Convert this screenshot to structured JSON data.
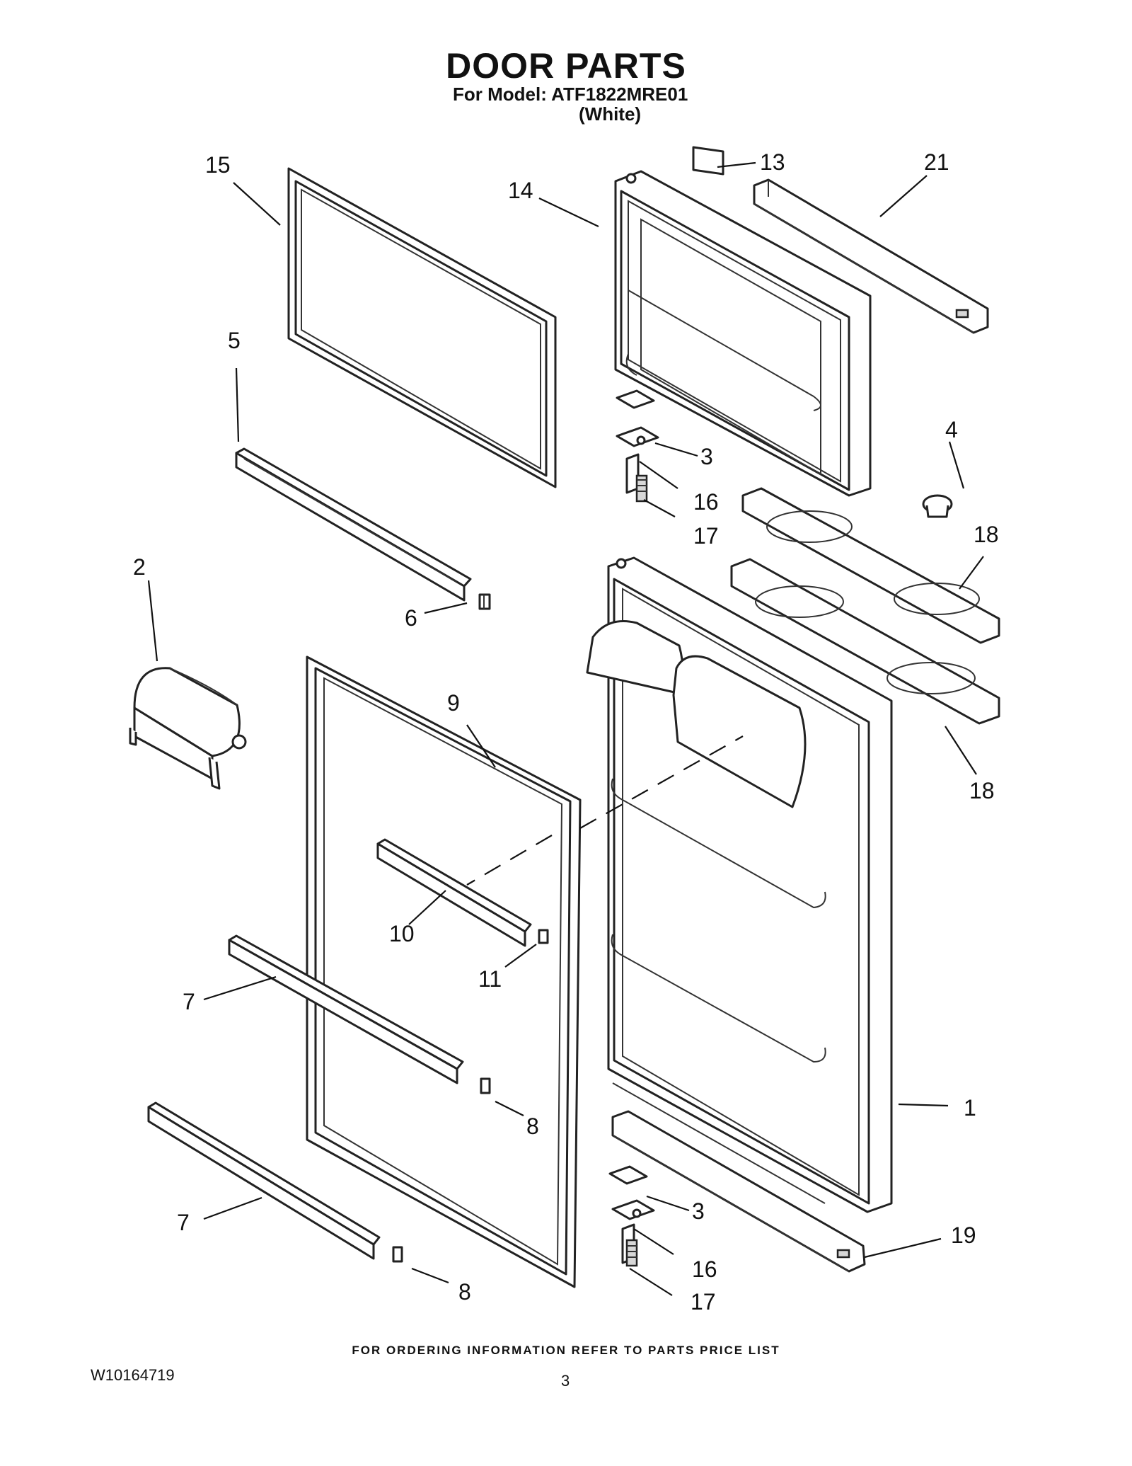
{
  "header": {
    "title": "DOOR PARTS",
    "model": "For Model: ATF1822MRE01",
    "color": "(White)"
  },
  "callouts": [
    {
      "id": "c1",
      "label": "1"
    },
    {
      "id": "c2",
      "label": "2"
    },
    {
      "id": "c3a",
      "label": "3"
    },
    {
      "id": "c3b",
      "label": "3"
    },
    {
      "id": "c4",
      "label": "4"
    },
    {
      "id": "c5",
      "label": "5"
    },
    {
      "id": "c6",
      "label": "6"
    },
    {
      "id": "c7a",
      "label": "7"
    },
    {
      "id": "c7b",
      "label": "7"
    },
    {
      "id": "c8a",
      "label": "8"
    },
    {
      "id": "c8b",
      "label": "8"
    },
    {
      "id": "c9",
      "label": "9"
    },
    {
      "id": "c10",
      "label": "10"
    },
    {
      "id": "c11",
      "label": "11"
    },
    {
      "id": "c13",
      "label": "13"
    },
    {
      "id": "c14",
      "label": "14"
    },
    {
      "id": "c15",
      "label": "15"
    },
    {
      "id": "c16a",
      "label": "16"
    },
    {
      "id": "c16b",
      "label": "16"
    },
    {
      "id": "c17a",
      "label": "17"
    },
    {
      "id": "c17b",
      "label": "17"
    },
    {
      "id": "c18a",
      "label": "18"
    },
    {
      "id": "c18b",
      "label": "18"
    },
    {
      "id": "c19",
      "label": "19"
    },
    {
      "id": "c21",
      "label": "21"
    }
  ],
  "footer": {
    "note": "FOR ORDERING INFORMATION REFER TO PARTS PRICE LIST",
    "doc_number": "W10164719",
    "page": "3"
  }
}
